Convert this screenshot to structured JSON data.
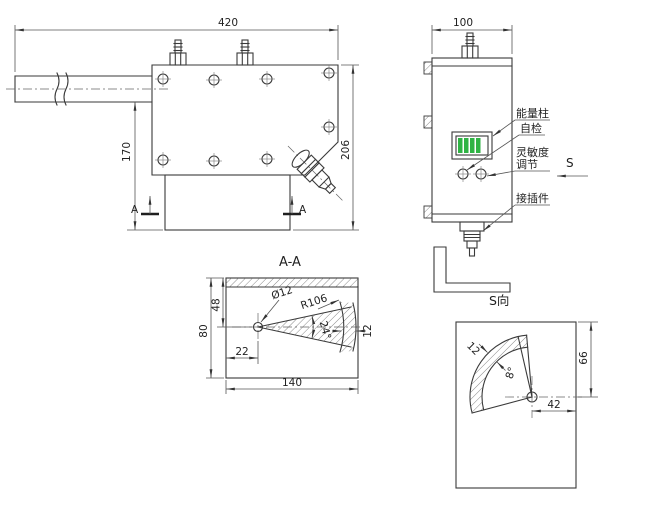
{
  "drawing": {
    "background": "#ffffff",
    "line_color": "#3a3a3a",
    "display_bar_color": "#2fb344",
    "main_view": {
      "dim_width": "420",
      "dim_height_right": "206",
      "dim_height_left": "170",
      "section_letter": "A"
    },
    "side_view": {
      "dim_width": "100",
      "label_energy_column": "能量柱",
      "label_self_check": "自检",
      "label_sensitivity_line1": "灵敏度",
      "label_sensitivity_line2": "调节",
      "label_connector": "接插件",
      "view_letter": "S"
    },
    "section_aa": {
      "title": "A-A",
      "dim_height": "80",
      "dim_top_to_pivot": "48",
      "dim_left_to_pivot": "22",
      "dim_width": "140",
      "dim_slot_width": "12",
      "label_radius": "R106",
      "label_pivot_dia": "Ø12",
      "label_angle": "24°"
    },
    "view_s": {
      "title": "S向",
      "dim_top_to_pivot": "66",
      "dim_pivot_to_edge": "42",
      "dim_slot_width": "12",
      "label_angle": "8°"
    }
  }
}
